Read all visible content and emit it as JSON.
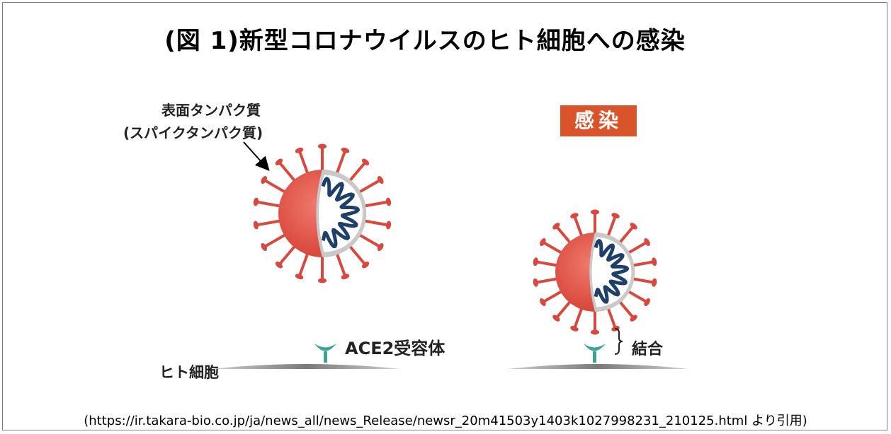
{
  "title": "(図 1)新型コロナウイルスのヒト細胞への感染",
  "labels": {
    "surface_protein_line1": "表面タンパク質",
    "surface_protein_line2": "(スパイクタンパク質)",
    "ace2_receptor": "ACE2受容体",
    "human_cell": "ヒト細胞",
    "binding": "結合"
  },
  "badge": "感染",
  "citation": "(https://ir.takara-bio.co.jp/ja/news_all/news_Release/newsr_20m41503y1403k1027998231_210125.html より引用)",
  "colors": {
    "virus_body": "#e0554a",
    "virus_inner": "#ffffff",
    "virus_rim": "#c9c9c9",
    "rna": "#1f3f6b",
    "spike": "#d9483f",
    "receptor": "#3aa395",
    "membrane": "#8a8a8a",
    "badge": "#d9542a"
  }
}
